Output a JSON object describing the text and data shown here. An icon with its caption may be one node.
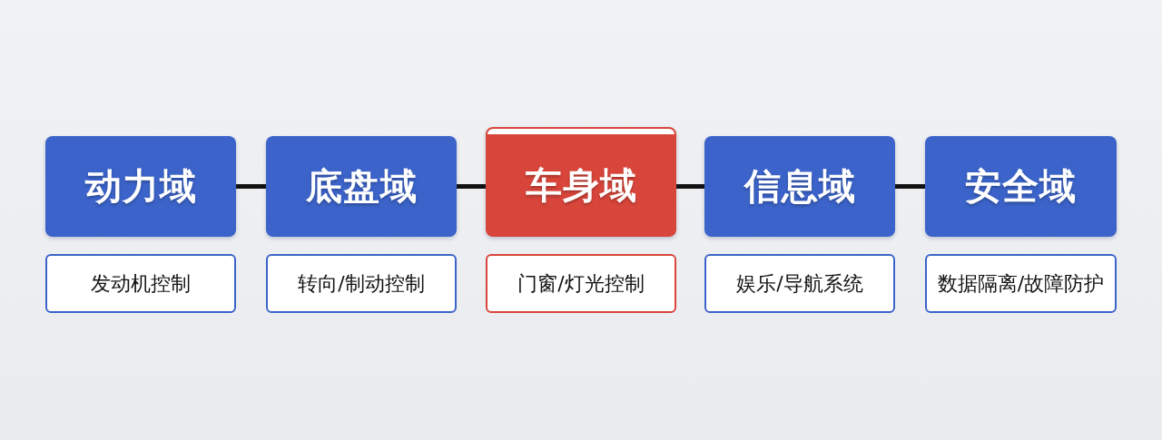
{
  "diagram": {
    "nodes": [
      {
        "text": [
          "动力域"
        ]
      },
      {
        "text": [
          "底盘域"
        ]
      },
      {
        "text": [
          "车身域"
        ]
      },
      {
        "text": [
          "信息域"
        ]
      },
      {
        "text": [
          "安全域"
        ]
      },
      {
        "text": [
          "发动机控制"
        ]
      },
      {
        "text": [
          "转向/制动控制"
        ]
      },
      {
        "text": [
          "门窗/灯光控制"
        ]
      },
      {
        "text": [
          "娱乐/导航系统"
        ]
      },
      {
        "text": [
          "数据隔离/故障防护"
        ]
      }
    ],
    "edges": [
      {
        "from": 0,
        "to": 1,
        "arrow": "none"
      },
      {
        "from": 1,
        "to": 2,
        "arrow": "none"
      },
      {
        "from": 2,
        "to": 3,
        "arrow": "none"
      },
      {
        "from": 3,
        "to": 4,
        "arrow": "none"
      }
    ]
  }
}
